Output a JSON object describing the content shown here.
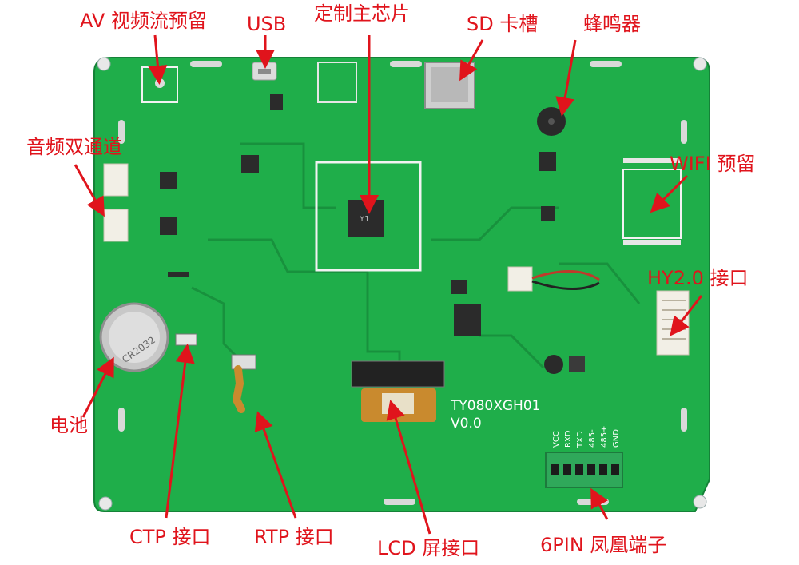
{
  "callouts": {
    "av": "AV 视频流预留",
    "usb": "USB",
    "chip": "定制主芯片",
    "sd": "SD 卡槽",
    "buzzer": "蜂鸣器",
    "audio": "音频双通道",
    "wifi": "WIFI 预留",
    "hy": "HY2.0 接口",
    "battery": "电池",
    "ctp": "CTP 接口",
    "rtp": "RTP 接口",
    "lcd": "LCD 屏接口",
    "terminal": "6PIN 凤凰端子"
  },
  "board": {
    "model": "TY080XGH01",
    "version": "V0.0",
    "chip_mark": "Y1",
    "battery_mark": "CR2032",
    "terminal_pins": [
      "VCC",
      "RXD",
      "TXD",
      "485-",
      "485+",
      "GND"
    ]
  },
  "colors": {
    "background": "#ffffff",
    "pcb": "#1fae4a",
    "pcb_dark": "#178a3a",
    "label_red": "#e0141c",
    "arrow_red": "#e0141c",
    "terminal_green": "#2fa85a",
    "flex_cable": "#c98a2e"
  }
}
